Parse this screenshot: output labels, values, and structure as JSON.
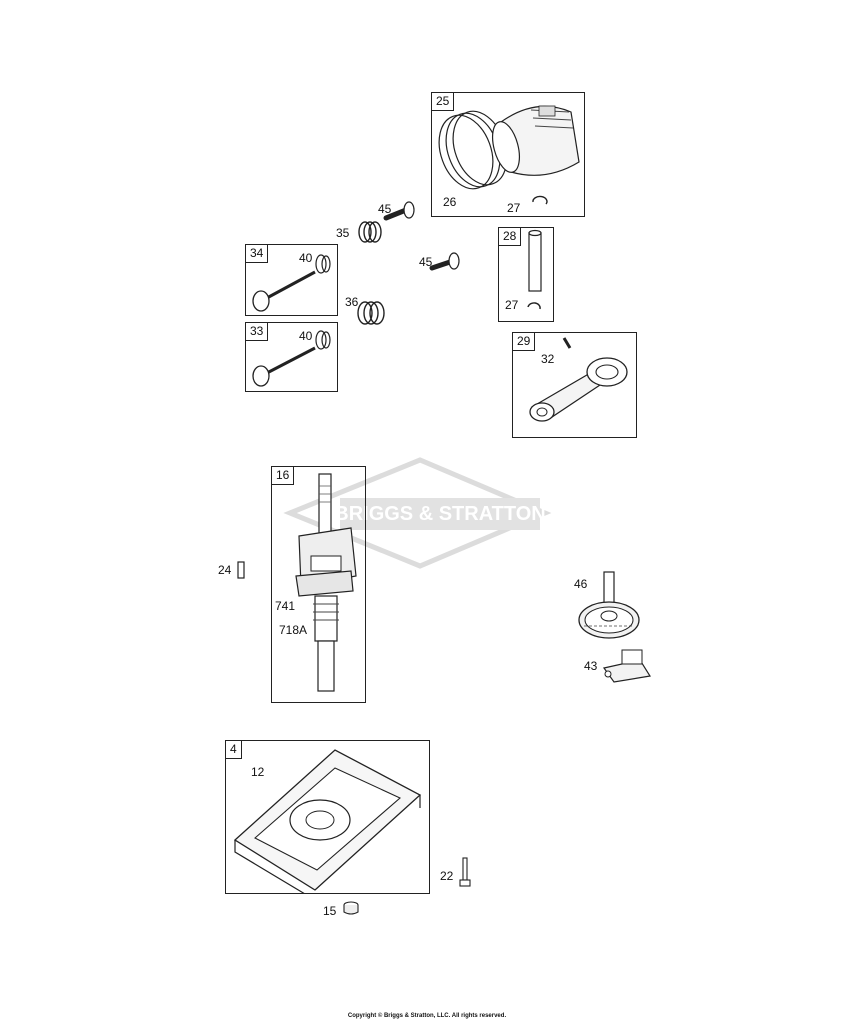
{
  "watermark": {
    "brand": "BRIGGS & STRATTON"
  },
  "boxes": {
    "b25": "25",
    "b28": "28",
    "b34": "34",
    "b33": "33",
    "b29": "29",
    "b16": "16",
    "b4": "4"
  },
  "labels": {
    "l26": "26",
    "l27a": "27",
    "l27b": "27",
    "l45a": "45",
    "l45b": "45",
    "l35": "35",
    "l40a": "40",
    "l40b": "40",
    "l36": "36",
    "l32": "32",
    "l24": "24",
    "l741": "741",
    "l718a": "718A",
    "l46": "46",
    "l43": "43",
    "l12": "12",
    "l22": "22",
    "l15": "15"
  },
  "footer": {
    "copyright": "Copyright © Briggs & Stratton, LLC. All rights reserved."
  },
  "colors": {
    "line": "#222222",
    "watermark": "#d9d9d9"
  }
}
